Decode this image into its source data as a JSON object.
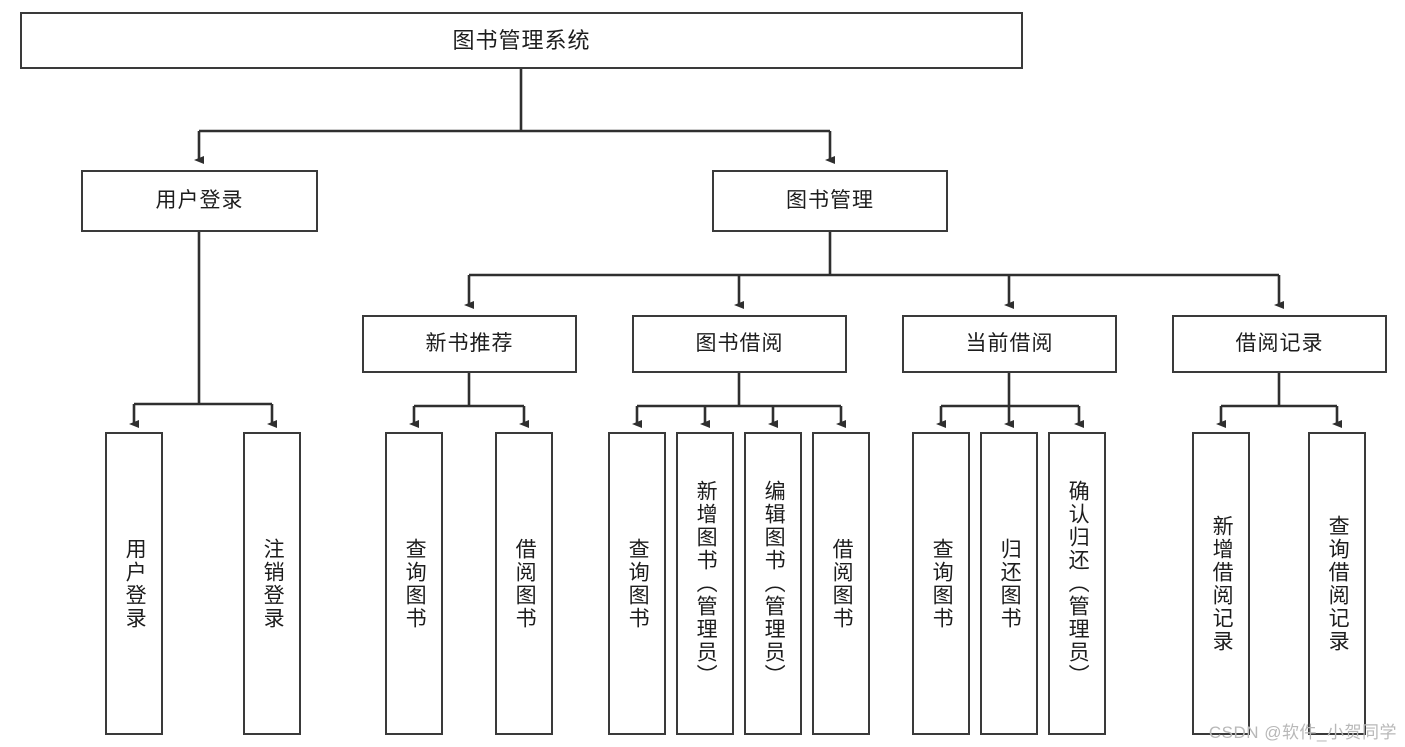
{
  "diagram": {
    "type": "tree-hierarchy",
    "title": "图书管理系统",
    "colors": {
      "box_border": "#3a3a3a",
      "box_fill": "#ffffff",
      "edge": "#2f2f2f",
      "text": "#1d1d1d",
      "watermark": "#b8b8b8"
    },
    "nodes": {
      "root": {
        "label": "图书管理系统"
      },
      "level2": [
        {
          "id": "user-login",
          "label": "用户登录"
        },
        {
          "id": "book-management",
          "label": "图书管理"
        }
      ],
      "level3": [
        {
          "id": "new-book-recommend",
          "label": "新书推荐"
        },
        {
          "id": "book-borrow",
          "label": "图书借阅"
        },
        {
          "id": "current-borrow",
          "label": "当前借阅"
        },
        {
          "id": "borrow-record",
          "label": "借阅记录"
        }
      ],
      "leaves": {
        "user_login": [
          {
            "id": "leaf-user-login",
            "label": "用户登录"
          },
          {
            "id": "leaf-logout-login",
            "label": "注销登录"
          }
        ],
        "new_book_recommend": [
          {
            "id": "leaf-query-book-1",
            "label": "查询图书"
          },
          {
            "id": "leaf-borrow-book-1",
            "label": "借阅图书"
          }
        ],
        "book_borrow": [
          {
            "id": "leaf-query-book-2",
            "label": "查询图书"
          },
          {
            "id": "leaf-add-book",
            "label": "新增图书（管理员）"
          },
          {
            "id": "leaf-edit-book",
            "label": "编辑图书（管理员）"
          },
          {
            "id": "leaf-borrow-book-2",
            "label": "借阅图书"
          }
        ],
        "current_borrow": [
          {
            "id": "leaf-query-book-3",
            "label": "查询图书"
          },
          {
            "id": "leaf-return-book",
            "label": "归还图书"
          },
          {
            "id": "leaf-confirm-return",
            "label": "确认归还（管理员）"
          }
        ],
        "borrow_record": [
          {
            "id": "leaf-add-borrow-record",
            "label": "新增借阅记录"
          },
          {
            "id": "leaf-query-borrow-record",
            "label": "查询借阅记录"
          }
        ]
      }
    },
    "watermark": "CSDN @软件_小贺同学"
  }
}
